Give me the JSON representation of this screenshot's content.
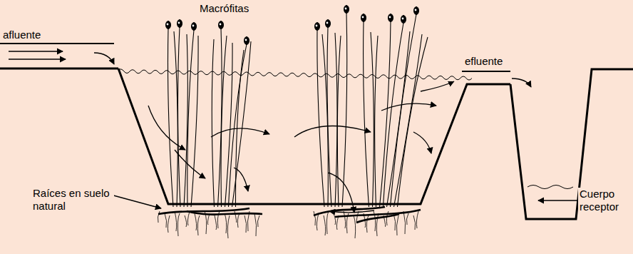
{
  "diagram": {
    "labels": [
      "Macrófitas",
      "afluente",
      "efluente",
      "Raíces en suelo natural",
      "Cuerpo receptor"
    ]
  }
}
